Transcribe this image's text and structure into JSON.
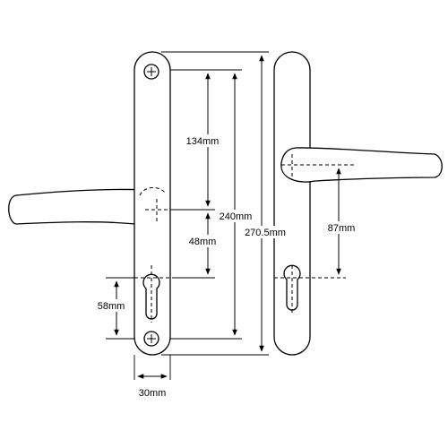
{
  "dimensions": {
    "handle_to_cylinder": "48mm",
    "handle_to_top_screw": "134mm",
    "screw_centres": "240mm",
    "plate_length": "270.5mm",
    "cylinder_to_bottom_screw": "58mm",
    "plate_width": "30mm",
    "handle_to_cylinder_right": "87mm"
  },
  "colors": {
    "line": "#000000",
    "background": "#ffffff"
  }
}
